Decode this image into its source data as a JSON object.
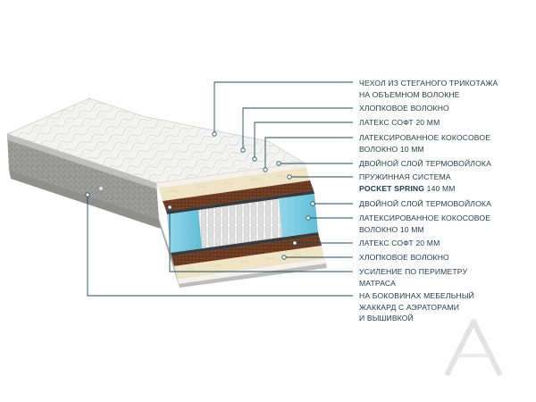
{
  "colors": {
    "leader": "#1f4a5c",
    "label_text": "#1e3a4a",
    "spring_accent": "#5bbcd6",
    "coir": "#6b3a22",
    "latex": "#efe4c4",
    "cotton": "#f4f1ea"
  },
  "labels": [
    {
      "lines": [
        "ЧЕХОЛ ИЗ СТЕГАНОГО ТРИКОТАЖА",
        "НА ОБЪЕМНОМ ВОЛОКНЕ"
      ]
    },
    {
      "lines": [
        "ХЛОПКОВОЕ ВОЛОКНО"
      ]
    },
    {
      "lines": [
        "ЛАТЕКС СОФТ 20 ММ"
      ]
    },
    {
      "lines": [
        "ЛАТЕКСИРОВАННОЕ КОКОСОВОЕ",
        "ВОЛОКНО 10 ММ"
      ]
    },
    {
      "lines": [
        "ДВОЙНОЙ СЛОЙ ТЕРМОВОЙЛОКА"
      ]
    },
    {
      "lines": [
        "ПРУЖИННАЯ СИСТЕМА"
      ],
      "bold": "POCKET SPRING",
      "suffix": " 140 ММ"
    },
    {
      "lines": [
        "ДВОЙНОЙ СЛОЙ ТЕРМОВОЙЛОКА"
      ]
    },
    {
      "lines": [
        "ЛАТЕКСИРОВАННОЕ КОКОСОВОЕ",
        "ВОЛОКНО 10 ММ"
      ]
    },
    {
      "lines": [
        "ЛАТЕКС СОФТ 20 ММ"
      ]
    },
    {
      "lines": [
        "ХЛОПКОВОЕ ВОЛОКНО"
      ]
    },
    {
      "lines": [
        "УСИЛЕНИЕ ПО ПЕРИМЕТРУ",
        "МАТРАСА"
      ]
    },
    {
      "lines": [
        "НА БОКОВИНАХ МЕБЕЛЬНЫЙ",
        "ЖАККАРД С АЭРАТОРАМИ",
        "И ВЫШИВКОЙ"
      ]
    }
  ]
}
